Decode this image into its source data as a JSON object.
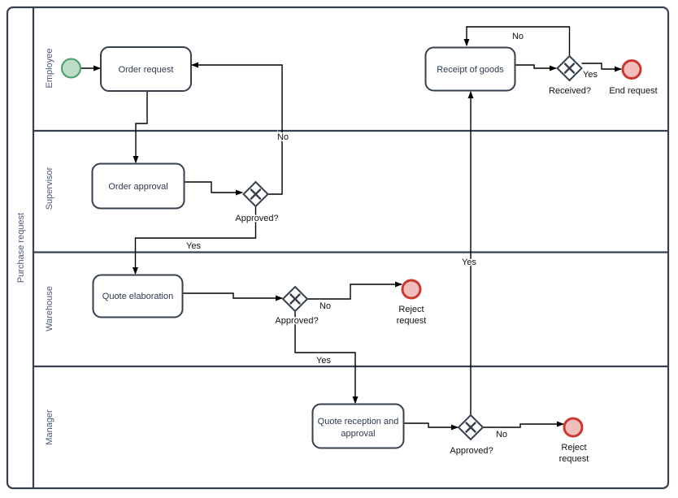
{
  "pool": {
    "label": "Purchase request"
  },
  "lanes": [
    {
      "label": "Employee"
    },
    {
      "label": "Supervisor"
    },
    {
      "label": "Warehouse"
    },
    {
      "label": "Manager"
    }
  ],
  "nodes": {
    "start_event": {
      "type": "start-event",
      "label": ""
    },
    "order_request": {
      "type": "task",
      "label": "Order request"
    },
    "order_approval": {
      "type": "task",
      "label": "Order approval"
    },
    "quote_elaboration": {
      "type": "task",
      "label": "Quote elaboration"
    },
    "quote_reception": {
      "type": "task",
      "label_line1": "Quote reception and",
      "label_line2": "approval"
    },
    "receipt_of_goods": {
      "type": "task",
      "label": "Receipt of goods"
    },
    "end_request": {
      "type": "end-event",
      "label": "End request"
    },
    "reject_warehouse": {
      "type": "end-event",
      "label_line1": "Reject",
      "label_line2": "request"
    },
    "reject_manager": {
      "type": "end-event",
      "label_line1": "Reject",
      "label_line2": "request"
    }
  },
  "gateways": {
    "supervisor_approved": {
      "label": "Approved?"
    },
    "warehouse_approved": {
      "label": "Approved?"
    },
    "manager_approved": {
      "label": "Approved?"
    },
    "received": {
      "label": "Received?"
    }
  },
  "edge_labels": {
    "supervisor_no": "No",
    "supervisor_yes": "Yes",
    "warehouse_no": "No",
    "warehouse_yes": "Yes",
    "manager_no": "No",
    "manager_yes": "Yes",
    "received_no": "No",
    "received_yes": "Yes"
  },
  "colors": {
    "frame_stroke": "#36404e",
    "flow_stroke": "#000000",
    "start_event_fill": "#bcdcc5",
    "start_event_stroke": "#4a9e68",
    "end_event_fill": "#f1bdbd",
    "end_event_stroke": "#c9392f",
    "lane_text": "#4d5878",
    "task_text": "#2b3a4f"
  }
}
